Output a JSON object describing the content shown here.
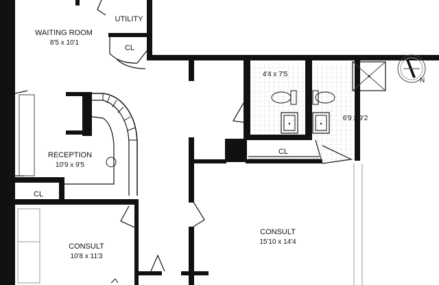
{
  "rooms": {
    "waiting_room": {
      "name": "WAITING ROOM",
      "dims": "8'5 x 10'1"
    },
    "utility": {
      "name": "UTILITY"
    },
    "closet_top": {
      "name": "CL"
    },
    "bath_left": {
      "dims": "4'4 x 7'5"
    },
    "bath_right": {
      "dims": "6'9 x 9'2"
    },
    "closet_mid": {
      "name": "CL"
    },
    "reception": {
      "name": "RECEPTION",
      "dims": "10'9 x 9'5"
    },
    "closet_left": {
      "name": "CL"
    },
    "consult_left": {
      "name": "CONSULT",
      "dims": "10'8 x 11'3"
    },
    "consult_right": {
      "name": "CONSULT",
      "dims": "15'10 x 14'4"
    }
  },
  "compass": {
    "label": "N"
  },
  "colors": {
    "wall": "#111111",
    "background": "#ffffff",
    "tile": "#bdbdbd"
  }
}
